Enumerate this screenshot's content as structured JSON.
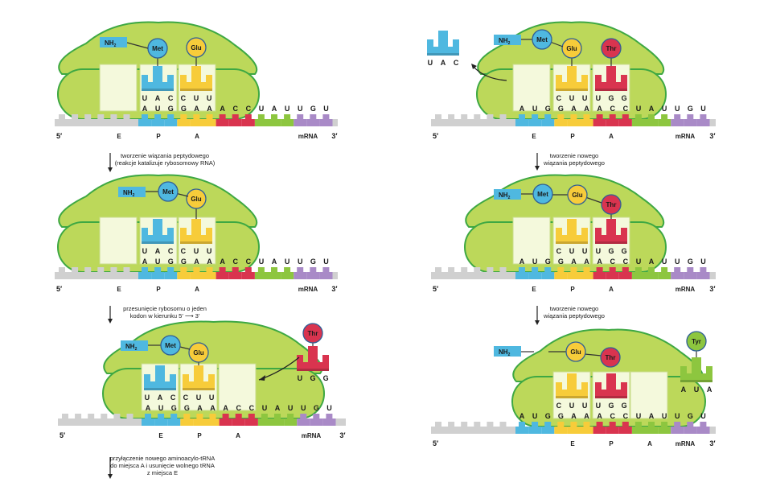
{
  "labels": {
    "five_prime": "5′",
    "three_prime": "3′",
    "mrna": "mRNA",
    "site_e": "E",
    "site_p": "P",
    "site_a": "A",
    "nh2_main": "NH",
    "nh2_sub": "2"
  },
  "amino_acids": {
    "met": "Met",
    "glu": "Glu",
    "thr": "Thr",
    "tyr": "Tyr"
  },
  "codons": {
    "mrna_sequence": [
      "A",
      "U",
      "G",
      "G",
      "A",
      "A",
      "A",
      "C",
      "C",
      "U",
      "A",
      "U",
      "U",
      "G",
      "U"
    ],
    "trna_met": [
      "U",
      "A",
      "C"
    ],
    "trna_glu": [
      "C",
      "U",
      "U"
    ],
    "trna_thr": [
      "U",
      "G",
      "G"
    ],
    "trna_tyr": [
      "A",
      "U",
      "A"
    ]
  },
  "steps": {
    "s1": [
      "tworzenie wiązania peptydowego",
      "(reakcje katalizuje rybosomowy RNA)"
    ],
    "s2": [
      "przesunięcie rybosomu o jeden",
      "kodon w kierunku 5′ ⟶ 3′"
    ],
    "s3": [
      "przyłączenie nowego aminoacylo-tRNA",
      "do miejsca A i usunięcie wolnego tRNA",
      "z miejsca E"
    ],
    "s4": [
      "tworzenie nowego",
      "wiązania peptydowego"
    ],
    "s5": [
      "tworzenie nowego",
      "wiązania peptydowego"
    ]
  },
  "colors": {
    "ribosome": "#bcd85a",
    "ribosome_stroke": "#3ea843",
    "mrna_grey": "#d0d0d0",
    "met_blue": "#4fb8e0",
    "glu_yellow": "#f7cc3a",
    "thr_red": "#d9344f",
    "green_codon": "#8dc63f",
    "purple_codon": "#a98ac7",
    "site_box": "#f4f9dc"
  }
}
